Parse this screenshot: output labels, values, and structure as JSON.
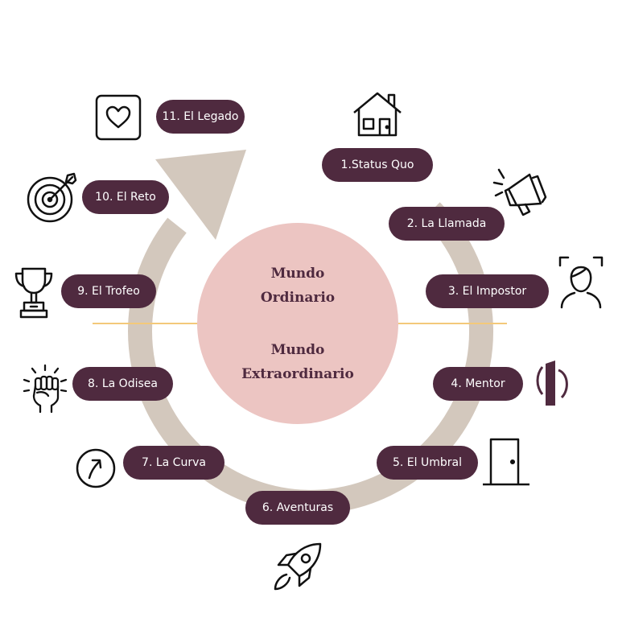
{
  "center": {
    "top_line1": "Mundo",
    "top_line2": "Ordinario",
    "bottom_line1": "Mundo",
    "bottom_line2": "Extraordinario"
  },
  "stages": [
    {
      "label": "1.Status Quo",
      "icon": "house-icon"
    },
    {
      "label": "2. La Llamada",
      "icon": "megaphone-icon"
    },
    {
      "label": "3. El Impostor",
      "icon": "face-scan-icon"
    },
    {
      "label": "4. Mentor",
      "icon": "mentor-logo-icon"
    },
    {
      "label": "5. El Umbral",
      "icon": "door-icon"
    },
    {
      "label": "6. Aventuras",
      "icon": "rocket-icon"
    },
    {
      "label": "7. La Curva",
      "icon": "curve-arrow-icon"
    },
    {
      "label": "8. La Odisea",
      "icon": "fist-icon"
    },
    {
      "label": "9. El Trofeo",
      "icon": "trophy-icon"
    },
    {
      "label": "10. El Reto",
      "icon": "target-icon"
    },
    {
      "label": "11. El Legado",
      "icon": "heart-icon"
    }
  ],
  "colors": {
    "pill": "#4f2a3f",
    "ring": "#d3c8bd",
    "center_circle": "#ecc5c2",
    "divider": "#f3c97a",
    "text_dark": "#4f2a3f"
  }
}
